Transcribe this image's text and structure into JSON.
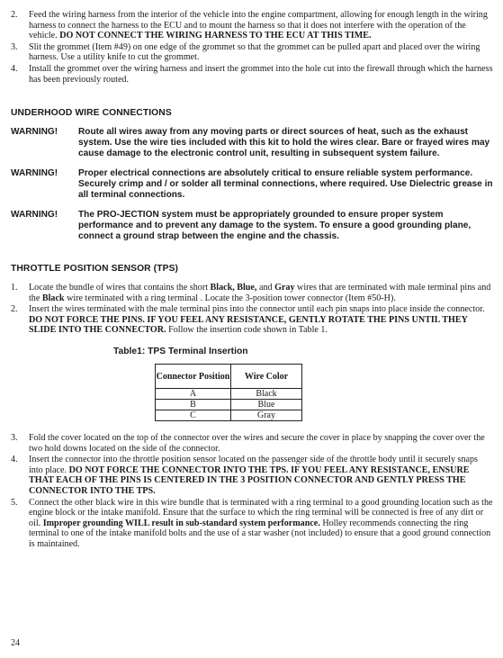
{
  "intro_steps": [
    {
      "number": "2.",
      "text": "Feed the wiring harness from the interior of the vehicle into the engine compartment, allowing for enough length in the wiring harness to connect the harness to the ECU and to mount the harness so that it does not interfere with the operation of the vehicle.",
      "bold_text": "DO NOT CONNECT THE WIRING HARNESS TO THE ECU AT THIS TIME."
    },
    {
      "number": "3.",
      "text": "Slit the grommet (Item #49) on one edge of the grommet so that the grommet can be pulled apart and placed over the wiring harness. Use a utility knife to cut the grommet."
    },
    {
      "number": "4.",
      "text": "Install the grommet over the wiring harness and insert the grommet into the hole cut into the firewall through which the harness has been previously routed."
    }
  ],
  "underhood": {
    "heading": "UNDERHOOD WIRE CONNECTIONS",
    "warnings": [
      {
        "label": "WARNING!",
        "text": "Route all wires away from any moving parts or direct sources of heat, such as the exhaust system. Use the wire ties included with this kit to hold the wires clear. Bare or frayed wires may cause damage to the electronic control unit, resulting in subsequent system failure."
      },
      {
        "label": "WARNING!",
        "text": "Proper electrical connections are absolutely critical to ensure reliable system performance. Securely crimp and / or solder all terminal connections, where required. Use Dielectric grease in all terminal connections."
      },
      {
        "label": "WARNING!",
        "text": "The PRO-JECTION system must be appropriately grounded to ensure proper system performance and to prevent any damage to the system. To ensure a good grounding plane, connect a ground strap between the engine and the chassis."
      }
    ]
  },
  "tps": {
    "heading": "THROTTLE POSITION SENSOR (TPS)",
    "step1": {
      "number": "1.",
      "t1": "Locate the bundle of wires that contains the short ",
      "b1": "Black, Blue,",
      "t2": " and ",
      "b2": "Gray",
      "t3": " wires that are terminated with male terminal pins and the ",
      "b3": "Black",
      "t4": " wire terminated with a ring terminal . Locate the 3-position tower connector (Item #50-H)."
    },
    "step2": {
      "number": "2.",
      "text": "Insert the wires terminated with the male terminal pins into the connector until each pin snaps into place inside the connector.",
      "bold": "DO NOT FORCE THE PINS. IF YOU FEEL ANY RESISTANCE, GENTLY ROTATE THE PINS UNTIL THEY SLIDE INTO THE CONNECTOR.",
      "tail": "Follow the insertion code shown in Table 1."
    },
    "table": {
      "caption": "Table1: TPS Terminal Insertion",
      "headers": [
        "Connector Position",
        "Wire Color"
      ],
      "rows": [
        [
          "A",
          "Black"
        ],
        [
          "B",
          "Blue"
        ],
        [
          "C",
          "Gray"
        ]
      ]
    },
    "step3": {
      "number": "3.",
      "text": "Fold the cover located on the top of the connector over the wires and secure the cover in place by snapping the cover over the two hold downs located on the side of the connector."
    },
    "step4": {
      "number": "4.",
      "text": "Insert the connector into the throttle position sensor located on the passenger side of the throttle body until it securely snaps into place.",
      "bold": "DO NOT FORCE THE CONNECTOR INTO THE TPS. IF YOU FEEL ANY RESISTANCE, ENSURE THAT EACH OF THE PINS IS CENTERED IN THE 3 POSITION CONNECTOR AND GENTLY PRESS THE CONNECTOR INTO THE TPS."
    },
    "step5": {
      "number": "5.",
      "text": "Connect the other black wire in this wire bundle that is terminated with a ring terminal to a good grounding location such as the engine block or the intake manifold. Ensure that the surface to which the ring terminal will be connected is free of any dirt or oil.",
      "bold": "Improper grounding WILL result in sub-standard system performance.",
      "tail": "Holley recommends connecting the ring terminal to one of the intake manifold bolts and the use of a star washer (not included) to ensure that a good ground connection is maintained."
    }
  },
  "page_number": "24"
}
